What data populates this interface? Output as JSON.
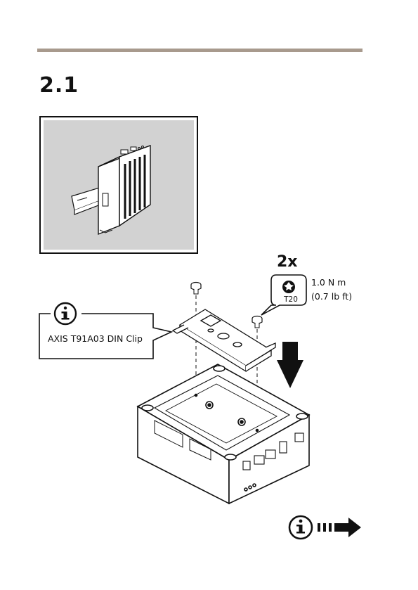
{
  "section": {
    "number": "2.1"
  },
  "mounting": {
    "screw_count": "2x",
    "torque_nm": "1.0 N m",
    "torque_lbft": "(0.7 lb ft)",
    "bit": "T20"
  },
  "callout": {
    "accessory": "AXIS T91A03 DIN Clip"
  },
  "icons": [
    "info-icon",
    "torx-bit-icon",
    "down-arrow-icon",
    "next-page-arrow-icon",
    "screw-icon"
  ],
  "colors": {
    "rule": "#a89a8d",
    "thumbnail_bg": "#d2d2d2"
  }
}
